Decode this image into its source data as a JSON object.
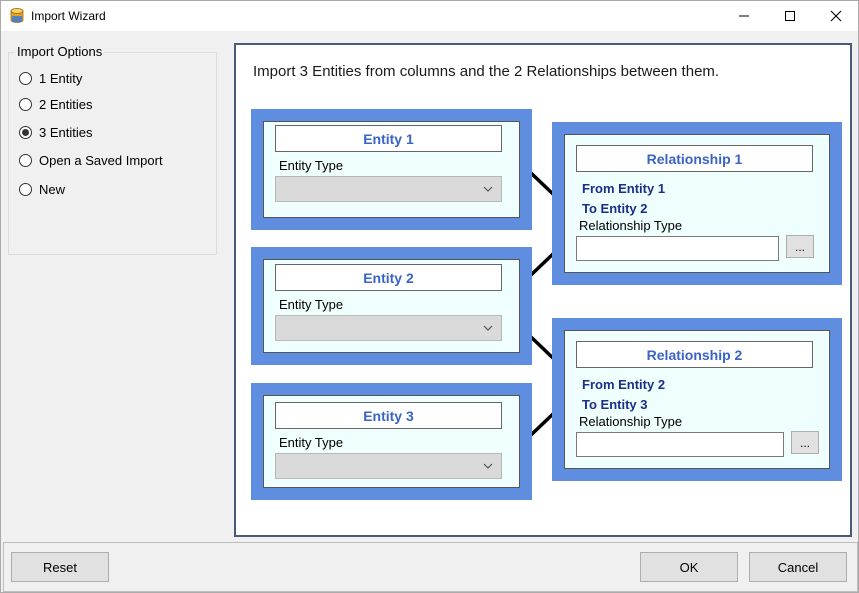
{
  "window": {
    "title": "Import Wizard",
    "controls": {
      "minimize": "minimize",
      "maximize": "maximize",
      "close": "close"
    }
  },
  "import_options": {
    "title": "Import Options",
    "options": [
      {
        "label": "1 Entity",
        "checked": false
      },
      {
        "label": "2 Entities",
        "checked": false
      },
      {
        "label": "3 Entities",
        "checked": true
      },
      {
        "label": "Open a Saved Import",
        "checked": false
      },
      {
        "label": "New",
        "checked": false
      }
    ]
  },
  "main": {
    "headline": "Import 3 Entities from columns and the 2 Relationships between them.",
    "entities": [
      {
        "title": "Entity 1",
        "type_label": "Entity Type",
        "type_value": ""
      },
      {
        "title": "Entity 2",
        "type_label": "Entity Type",
        "type_value": ""
      },
      {
        "title": "Entity 3",
        "type_label": "Entity Type",
        "type_value": ""
      }
    ],
    "relationships": [
      {
        "title": "Relationship 1",
        "from": "From Entity 1",
        "to": "To Entity 2",
        "type_label": "Relationship Type",
        "type_value": "",
        "browse_label": "..."
      },
      {
        "title": "Relationship 2",
        "from": "From Entity 2",
        "to": "To Entity 3",
        "type_label": "Relationship Type",
        "type_value": "",
        "browse_label": "..."
      }
    ]
  },
  "footer": {
    "reset_label": "Reset",
    "ok_label": "OK",
    "cancel_label": "Cancel"
  },
  "colors": {
    "card_border": "#5f8de0",
    "card_fill": "#eefffe",
    "title_text": "#3a63c8",
    "relation_text": "#1a2e8a",
    "panel_border": "#4a5a7a"
  }
}
